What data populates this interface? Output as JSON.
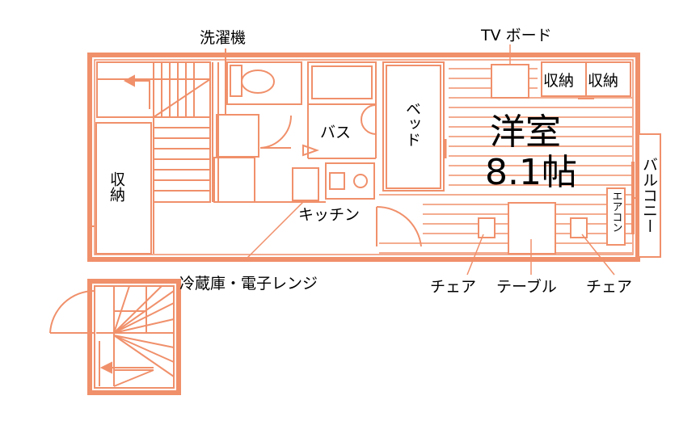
{
  "colors": {
    "line": "#f0906b",
    "wall_fill": "#ffffff",
    "text": "#000000"
  },
  "labels": {
    "washing_machine": "洗濯機",
    "tv_board": "TV ボード",
    "storage_a": "収納",
    "storage_b": "収納",
    "storage_left": "収納",
    "bath": "バス",
    "bed": "ベッド",
    "room_name": "洋室",
    "room_size": "8.1帖",
    "balcony": "バルコニー",
    "aircon": "エアコン",
    "kitchen": "キッチン",
    "fridge_microwave": "冷蔵庫・電子レンジ",
    "chair_left": "チェア",
    "table": "テーブル",
    "chair_right": "チェア"
  }
}
